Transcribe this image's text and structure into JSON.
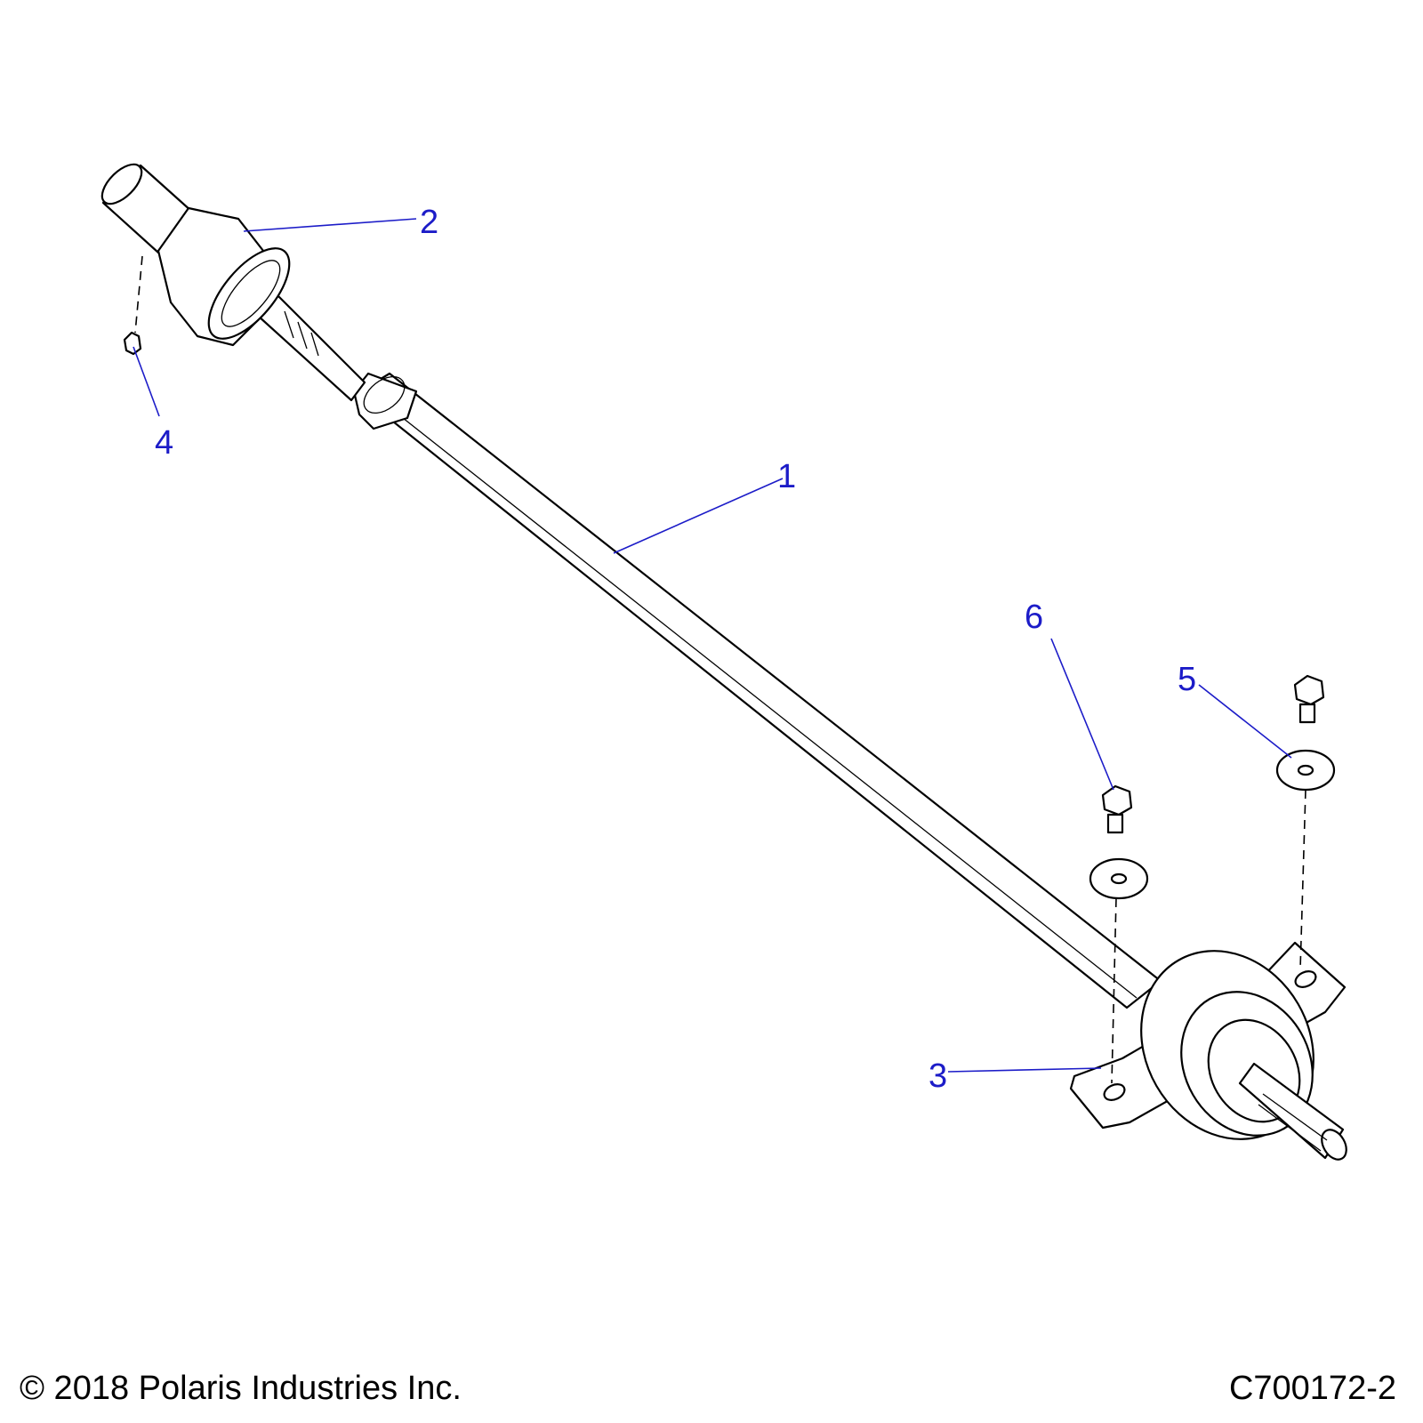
{
  "callouts": [
    {
      "id": "1",
      "label": "1"
    },
    {
      "id": "2",
      "label": "2"
    },
    {
      "id": "3",
      "label": "3"
    },
    {
      "id": "4",
      "label": "4"
    },
    {
      "id": "5",
      "label": "5"
    },
    {
      "id": "6",
      "label": "6"
    }
  ],
  "footer": {
    "copyright": "© 2018 Polaris Industries Inc.",
    "drawing_id": "C700172-2"
  },
  "colors": {
    "callout": "#1c1cc8",
    "linework": "#000000",
    "background": "#ffffff"
  }
}
